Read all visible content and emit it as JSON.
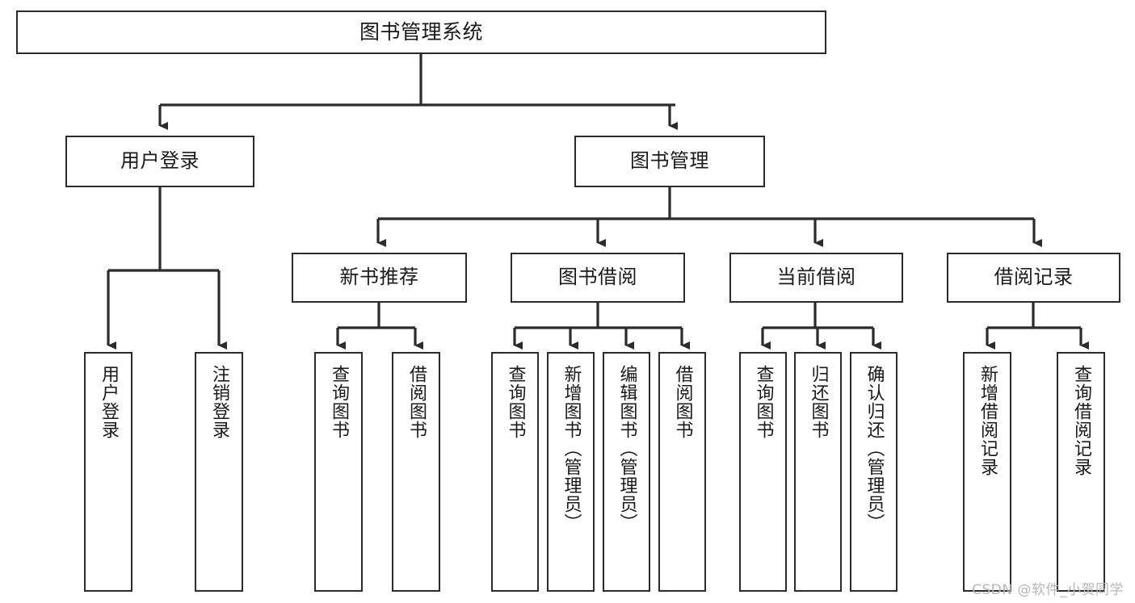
{
  "diagram": {
    "type": "tree-hierarchy",
    "title": "图书管理系统",
    "colors": {
      "box_border": "#2b2b2b",
      "box_fill": "#ffffff",
      "connector": "#2b2b2b",
      "text": "#1a1a1a",
      "watermark": "#b6b6b6"
    },
    "root": {
      "label": "图书管理系统"
    },
    "level2": [
      {
        "label": "用户登录"
      },
      {
        "label": "图书管理"
      }
    ],
    "level3": [
      {
        "label": "新书推荐"
      },
      {
        "label": "图书借阅"
      },
      {
        "label": "当前借阅"
      },
      {
        "label": "借阅记录"
      }
    ],
    "leaves": {
      "user_login": [
        {
          "label": "用户登录"
        },
        {
          "label": "注销登录"
        }
      ],
      "new_book_recommend": [
        {
          "label": "查询图书"
        },
        {
          "label": "借阅图书"
        }
      ],
      "book_borrow": [
        {
          "label": "查询图书"
        },
        {
          "label": "新增图书（管理员）"
        },
        {
          "label": "编辑图书（管理员）"
        },
        {
          "label": "借阅图书"
        }
      ],
      "current_borrow": [
        {
          "label": "查询图书"
        },
        {
          "label": "归还图书"
        },
        {
          "label": "确认归还（管理员）"
        }
      ],
      "borrow_record": [
        {
          "label": "新增借阅记录"
        },
        {
          "label": "查询借阅记录"
        }
      ]
    }
  },
  "watermark": {
    "text": "CSDN @软件_小贺同学"
  }
}
